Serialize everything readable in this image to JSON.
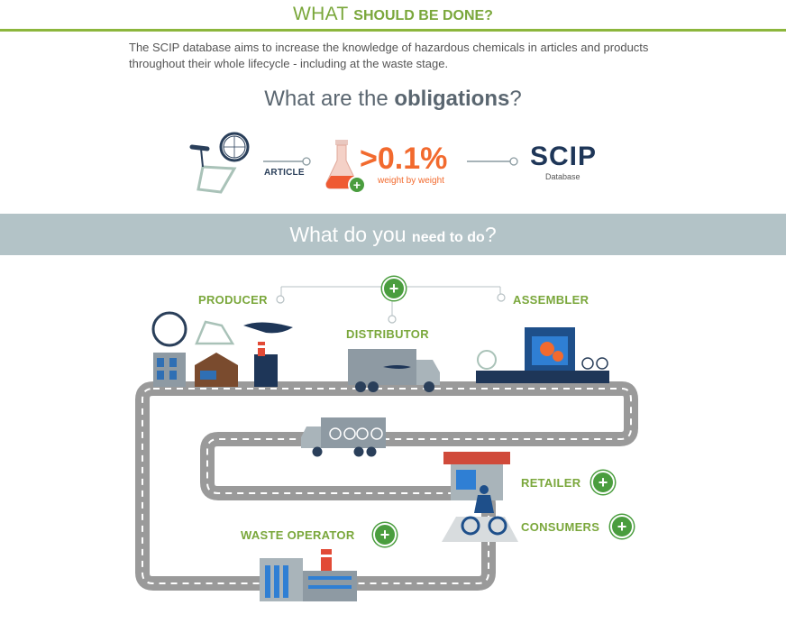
{
  "header": {
    "title_prefix": "WHAT ",
    "title_bold": "SHOULD BE DONE?"
  },
  "intro": {
    "text": "The SCIP database aims to increase the knowledge of hazardous chemicals in articles and products throughout their whole lifecycle - including at the waste stage."
  },
  "obligations": {
    "heading_prefix": "What are the ",
    "heading_bold": "obligations",
    "heading_suffix": "?",
    "article_label": "ARTICLE",
    "threshold_symbol": ">",
    "threshold_value": "0.1%",
    "threshold_caption": "weight by weight",
    "scip_logo": "SCIP",
    "scip_caption": "Database"
  },
  "needs": {
    "heading_prefix": "What do you ",
    "heading_bold": "need to do",
    "heading_suffix": "?"
  },
  "roles": {
    "producer": "PRODUCER",
    "assembler": "ASSEMBLER",
    "distributor": "DISTRIBUTOR",
    "retailer": "RETAILER",
    "consumers": "CONSUMERS",
    "waste_operator": "WASTE OPERATOR",
    "plus": "+"
  },
  "colors": {
    "accent": "#7aa73b",
    "button": "#4a9d3e",
    "band": "#b3c3c7",
    "navy": "#1e3658",
    "orange": "#f26a2e",
    "road": "#9a9a9a"
  }
}
